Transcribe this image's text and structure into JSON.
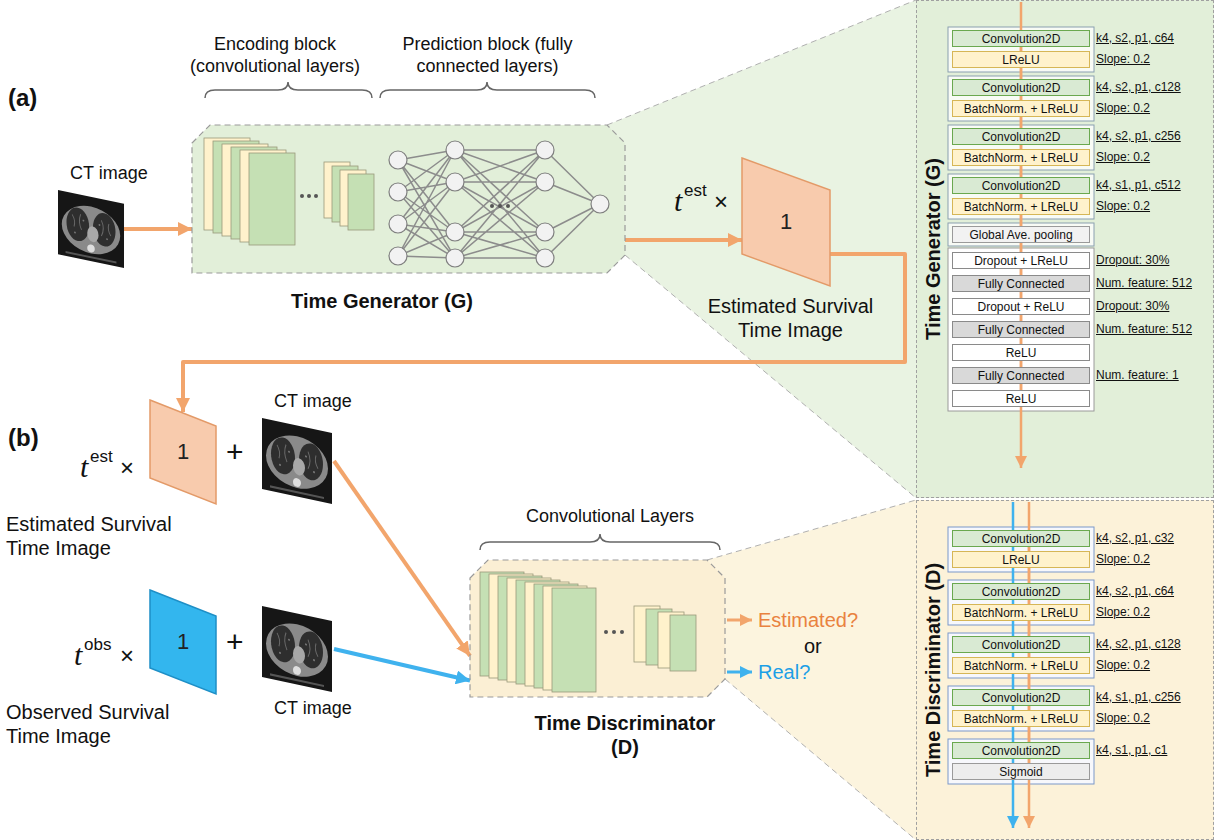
{
  "diagram": {
    "nodes": [
      {
        "text": [
          "CT image"
        ]
      },
      {
        "text": [
          "Time Generator (G)"
        ]
      },
      {
        "text": [
          "1"
        ]
      },
      {
        "text": [
          "1"
        ]
      },
      {
        "text": [
          "CT image"
        ]
      },
      {
        "text": [
          "1"
        ]
      },
      {
        "text": [
          "CT image"
        ]
      },
      {
        "text": [
          "Time Discriminator (D)"
        ]
      },
      {
        "text": [
          "Time Generator (G)"
        ]
      },
      {
        "text": [
          "Convolution2D"
        ],
        "in": 8
      },
      {
        "text": [
          "LReLU"
        ],
        "in": 8
      },
      {
        "text": [
          "Convolution2D"
        ],
        "in": 8
      },
      {
        "text": [
          "BatchNorm. + LReLU"
        ],
        "in": 8
      },
      {
        "text": [
          "Convolution2D"
        ],
        "in": 8
      },
      {
        "text": [
          "BatchNorm. + LReLU"
        ],
        "in": 8
      },
      {
        "text": [
          "Convolution2D"
        ],
        "in": 8
      },
      {
        "text": [
          "BatchNorm. + LReLU"
        ],
        "in": 8
      },
      {
        "text": [
          "Global Ave. pooling"
        ],
        "in": 8
      },
      {
        "text": [
          "Dropout + LReLU"
        ],
        "in": 8
      },
      {
        "text": [
          "Fully Connected"
        ],
        "in": 8
      },
      {
        "text": [
          "Dropout + ReLU"
        ],
        "in": 8
      },
      {
        "text": [
          "Fully Connected"
        ],
        "in": 8
      },
      {
        "text": [
          "ReLU"
        ],
        "in": 8
      },
      {
        "text": [
          "Fully Connected"
        ],
        "in": 8
      },
      {
        "text": [
          "ReLU"
        ],
        "in": 8
      },
      {
        "text": [
          "Time Discriminator (D)"
        ]
      },
      {
        "text": [
          "Convolution2D"
        ],
        "in": 25
      },
      {
        "text": [
          "LReLU"
        ],
        "in": 25
      },
      {
        "text": [
          "Convolution2D"
        ],
        "in": 25
      },
      {
        "text": [
          "BatchNorm. + LReLU"
        ],
        "in": 25
      },
      {
        "text": [
          "Convolution2D"
        ],
        "in": 25
      },
      {
        "text": [
          "BatchNorm. + LReLU"
        ],
        "in": 25
      },
      {
        "text": [
          "Convolution2D"
        ],
        "in": 25
      },
      {
        "text": [
          "BatchNorm. + LReLU"
        ],
        "in": 25
      },
      {
        "text": [
          "Convolution2D"
        ],
        "in": 25
      },
      {
        "text": [
          "Sigmoid"
        ],
        "in": 25
      }
    ],
    "edges": [
      {
        "from": 0,
        "to": 1,
        "arrow": "to"
      },
      {
        "from": 1,
        "to": 2,
        "arrow": "to"
      },
      {
        "from": 2,
        "to": 3,
        "arrow": "to"
      },
      {
        "from": 4,
        "to": 7,
        "arrow": "to"
      },
      {
        "from": 6,
        "to": 7,
        "arrow": "to"
      },
      {
        "from": 9,
        "to": 10,
        "arrow": "none"
      },
      {
        "from": 10,
        "to": 11,
        "arrow": "none"
      },
      {
        "from": 11,
        "to": 12,
        "arrow": "none"
      },
      {
        "from": 12,
        "to": 13,
        "arrow": "none"
      },
      {
        "from": 13,
        "to": 14,
        "arrow": "none"
      },
      {
        "from": 14,
        "to": 15,
        "arrow": "none"
      },
      {
        "from": 15,
        "to": 16,
        "arrow": "none"
      },
      {
        "from": 16,
        "to": 17,
        "arrow": "none"
      },
      {
        "from": 17,
        "to": 18,
        "arrow": "none"
      },
      {
        "from": 18,
        "to": 19,
        "arrow": "none"
      },
      {
        "from": 19,
        "to": 20,
        "arrow": "none"
      },
      {
        "from": 20,
        "to": 21,
        "arrow": "none"
      },
      {
        "from": 21,
        "to": 22,
        "arrow": "none"
      },
      {
        "from": 22,
        "to": 23,
        "arrow": "none"
      },
      {
        "from": 23,
        "to": 24,
        "arrow": "none"
      },
      {
        "from": 26,
        "to": 27,
        "arrow": "none"
      },
      {
        "from": 27,
        "to": 28,
        "arrow": "none"
      },
      {
        "from": 28,
        "to": 29,
        "arrow": "none"
      },
      {
        "from": 29,
        "to": 30,
        "arrow": "none"
      },
      {
        "from": 30,
        "to": 31,
        "arrow": "none"
      },
      {
        "from": 31,
        "to": 32,
        "arrow": "none"
      },
      {
        "from": 32,
        "to": 33,
        "arrow": "none"
      },
      {
        "from": 33,
        "to": 34,
        "arrow": "none"
      },
      {
        "from": 34,
        "to": 35,
        "arrow": "none"
      }
    ],
    "labels": [
      "(a)",
      "Encoding block (convolutional layers)",
      "Prediction block (fully connected layers)",
      "t",
      "est",
      "×",
      "Estimated Survival Time Image",
      "(b)",
      "t",
      "est",
      "×",
      "+",
      "Estimated Survival Time Image",
      "t",
      "obs",
      "×",
      "+",
      "Observed Survival Time Image",
      "Convolutional Layers",
      "Estimated?",
      "or",
      "Real?",
      "k4, s2, p1, c64",
      "Slope: 0.2",
      "k4, s2, p1, c128",
      "Slope: 0.2",
      "k4, s2, p1, c256",
      "Slope: 0.2",
      "k4, s1, p1, c512",
      "Slope: 0.2",
      "Dropout: 30%",
      "Num. feature: 512",
      "Dropout: 30%",
      "Num. feature: 512",
      "Num. feature: 1",
      "k4, s2, p1, c32",
      "Slope: 0.2",
      "k4, s2, p1, c64",
      "Slope: 0.2",
      "k4, s2, p1, c128",
      "Slope: 0.2",
      "k4, s1, p1, c256",
      "Slope: 0.2",
      "k4, s1, p1, c1"
    ]
  }
}
